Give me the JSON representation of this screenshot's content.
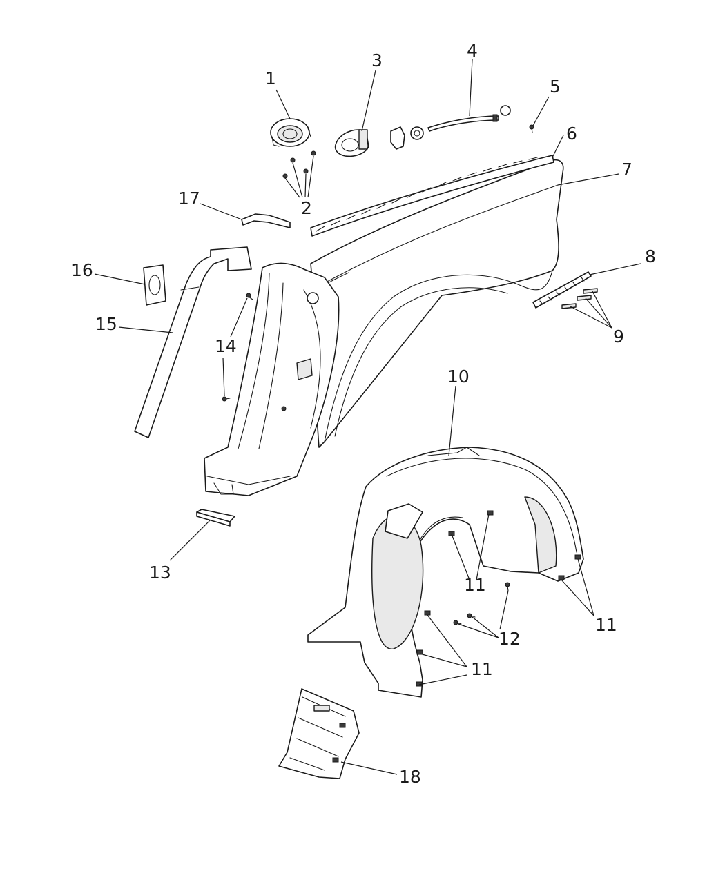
{
  "callouts": {
    "c1": "1",
    "c2": "2",
    "c3": "3",
    "c4": "4",
    "c5": "5",
    "c6": "6",
    "c7": "7",
    "c8": "8",
    "c9": "9",
    "c10": "10",
    "c11a": "11",
    "c11b": "11",
    "c11c": "11",
    "c12": "12",
    "c13": "13",
    "c14": "14",
    "c15": "15",
    "c16": "16",
    "c17": "17",
    "c18": "18"
  }
}
